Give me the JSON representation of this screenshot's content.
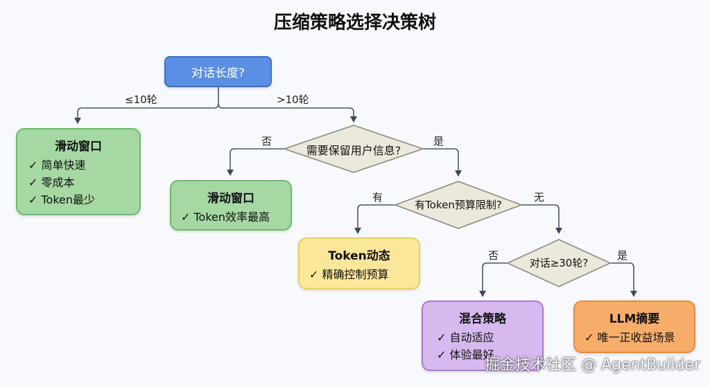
{
  "title": "压缩策略选择决策树",
  "root": "对话长度?",
  "edges": {
    "le10": "≤10轮",
    "gt10": ">10轮",
    "no1": "否",
    "yes1": "是",
    "have": "有",
    "none": "无",
    "no2": "否",
    "yes2": "是"
  },
  "decisions": {
    "d1": "需要保留用户信息?",
    "d2": "有Token预算限制?",
    "d3": "对话≥30轮?"
  },
  "leaves": {
    "sliding1": {
      "title": "滑动窗口",
      "items": [
        "✓ 简单快速",
        "✓ 零成本",
        "✓ Token最少"
      ]
    },
    "sliding2": {
      "title": "滑动窗口",
      "items": [
        "✓ Token效率最高"
      ]
    },
    "token": {
      "title": "Token动态",
      "items": [
        "✓ 精确控制预算"
      ]
    },
    "hybrid": {
      "title": "混合策略",
      "items": [
        "✓ 自动适应",
        "✓ 体验最好"
      ]
    },
    "llm": {
      "title": "LLM摘要",
      "items": [
        "✓ 唯一正收益场景"
      ]
    }
  },
  "watermark": "掘金技术社区 @ AgentBuilder",
  "colors": {
    "root": "#5b8fe3",
    "green": "#a5d8a3",
    "yellow": "#fbe79a",
    "purple": "#d6b9ee",
    "orange": "#f7ad6a",
    "diamond": "#ece8dc"
  }
}
